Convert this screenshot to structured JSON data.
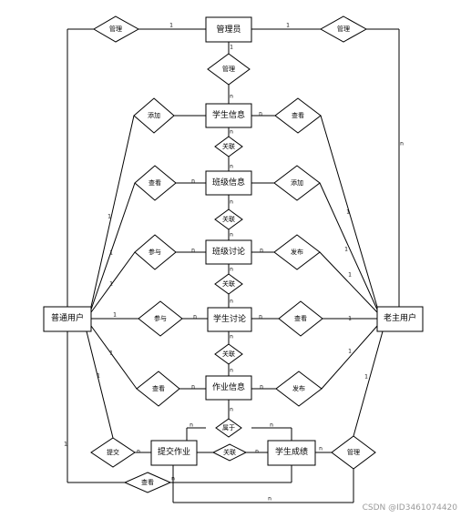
{
  "entities": {
    "admin": "管理员",
    "student_info": "学生信息",
    "class_info": "班级信息",
    "class_discuss": "班级讨论",
    "student_discuss": "学生讨论",
    "homework": "作业信息",
    "submit_hw": "提交作业",
    "score": "学生成绩",
    "user": "普通用户",
    "teacher": "老主用户"
  },
  "relations": {
    "manage": "管理",
    "view": "查看",
    "add": "添加",
    "relate": "关联",
    "join": "参与",
    "publish": "发布",
    "submit": "提交",
    "belong": "属于"
  },
  "cardinality": {
    "one": "1",
    "many": "n"
  },
  "watermark": "CSDN @ID3461074420"
}
